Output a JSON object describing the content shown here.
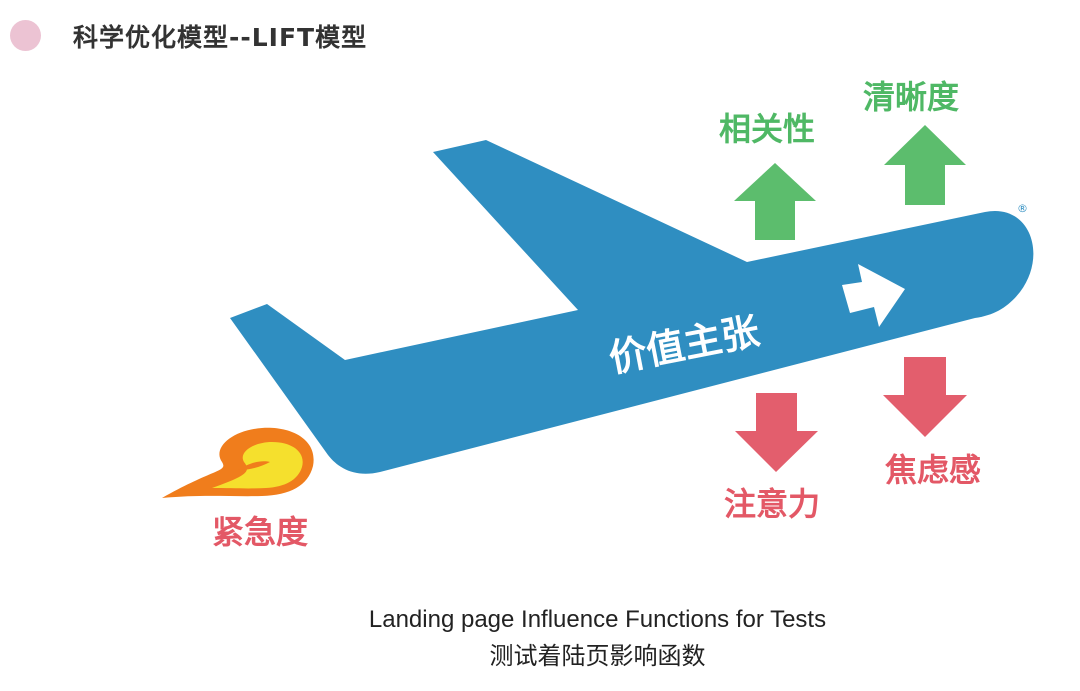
{
  "header": {
    "title": "科学优化模型--LIFT模型"
  },
  "diagram": {
    "center_label": "价值主张",
    "registered_mark": "®",
    "factors": {
      "relevance": "相关性",
      "clarity": "清晰度",
      "distraction": "注意力",
      "anxiety": "焦虑感",
      "urgency": "紧急度"
    },
    "colors": {
      "plane": "#2f8ec1",
      "up_arrow": "#5cbd6d",
      "down_arrow": "#e35e6d",
      "flame_outer": "#f07d1c",
      "flame_inner": "#f5e02d",
      "green_text": "#4fb865",
      "red_text": "#e35866"
    }
  },
  "caption": {
    "line1": "Landing page Influence Functions for Tests",
    "line2": "测试着陆页影响函数"
  }
}
